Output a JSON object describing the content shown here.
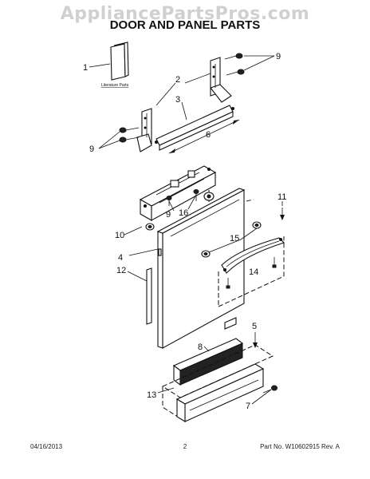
{
  "watermark": "AppliancePartsPros.com",
  "title": "DOOR AND PANEL PARTS",
  "literature_label": "Literature Parts",
  "callouts": {
    "c1": "1",
    "c2": "2",
    "c3": "3",
    "c4": "4",
    "c5": "5",
    "c6": "6",
    "c7": "7",
    "c8": "8",
    "c9a": "9",
    "c9b": "9",
    "c9c": "9",
    "c10": "10",
    "c11": "11",
    "c12": "12",
    "c13": "13",
    "c14": "14",
    "c15": "15",
    "c16": "16"
  },
  "footer": {
    "date": "04/16/2013",
    "page": "2",
    "part_number": "Part No. W10602915  Rev. A"
  }
}
